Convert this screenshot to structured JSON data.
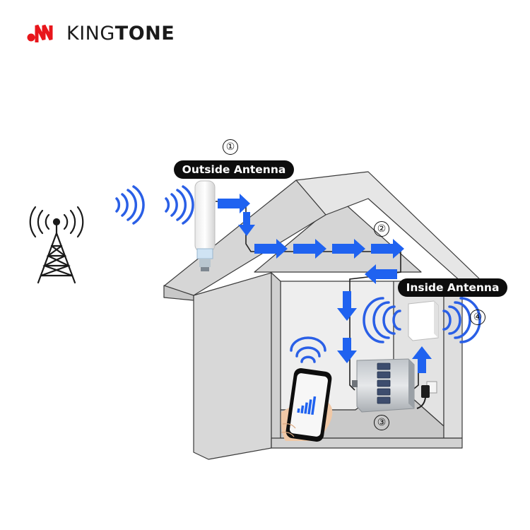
{
  "brand": {
    "part1": "KING",
    "part2": "TONE",
    "accent_color": "#e8161b"
  },
  "labels": {
    "outside_antenna": "Outside Antenna",
    "inside_antenna": "Inside Antenna"
  },
  "step_numbers": [
    "①",
    "②",
    "③",
    "④"
  ],
  "colors": {
    "arrow": "#1f62f0",
    "wave": "#2a5fe6",
    "house": "#d9d9d9",
    "house_outline": "#3a3a3a"
  },
  "icons": [
    "cell-tower-icon",
    "signal-wave-icon",
    "outdoor-antenna-icon",
    "signal-booster-icon",
    "indoor-panel-antenna-icon",
    "smartphone-icon",
    "power-adapter-icon",
    "flow-arrow-icon"
  ]
}
